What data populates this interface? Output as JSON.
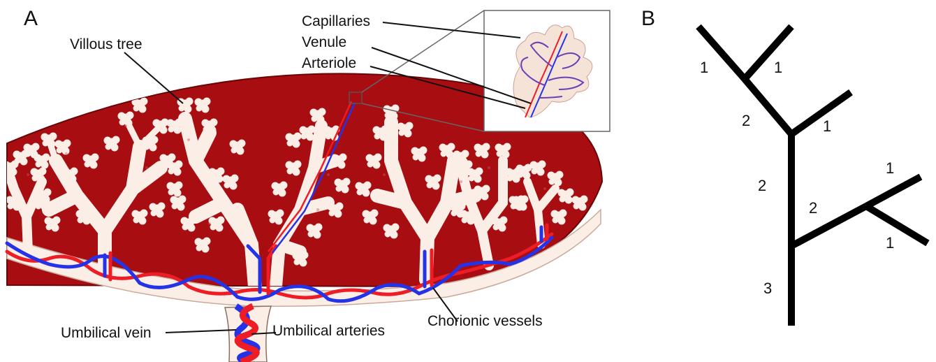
{
  "panel_a": {
    "letter": "A",
    "labels": {
      "villous_tree": "Villous tree",
      "capillaries": "Capillaries",
      "venule": "Venule",
      "arteriole": "Arteriole",
      "umbilical_vein": "Umbilical vein",
      "umbilical_arteries": "Umbilical arteries",
      "chorionic_vessels": "Chorionic vessels"
    },
    "colors": {
      "tissue": "#a80d12",
      "villi": "#fbeee6",
      "vein": "#2433e8",
      "artery": "#ee1c25"
    }
  },
  "panel_b": {
    "letter": "B",
    "orders": {
      "o1": "1",
      "o2": "1",
      "o3": "2",
      "o4": "1",
      "o5": "2",
      "o6": "2",
      "o7": "1",
      "o8": "1",
      "o9": "3"
    }
  }
}
